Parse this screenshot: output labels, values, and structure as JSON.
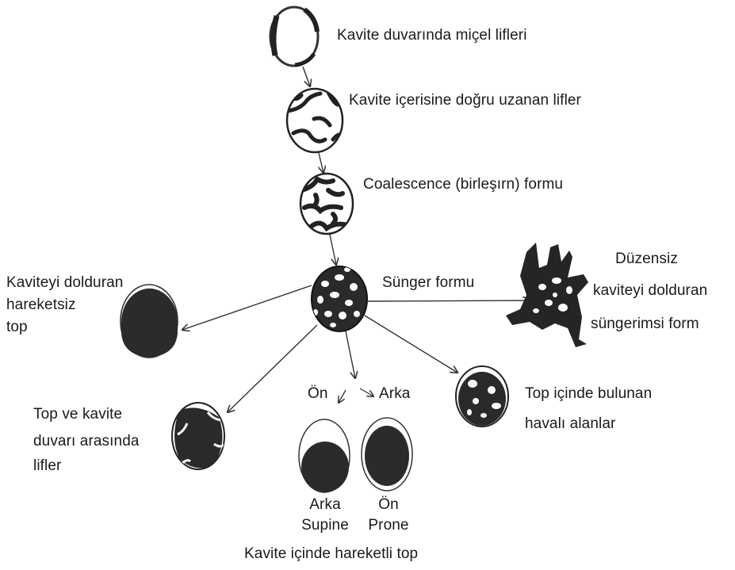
{
  "stages": {
    "s1": "Kavite duvarında miçel lifleri",
    "s2": "Kavite içerisine doğru uzanan lifler",
    "s3": "Coalescence (birleşırn) formu",
    "s4": "Sünger formu"
  },
  "branches": {
    "left_top": [
      "Kaviteyi dolduran",
      "hareketsiz",
      "top"
    ],
    "right_irregular": [
      "Düzensiz",
      "kaviteyi dolduran",
      "süngerimsi form"
    ],
    "left_bottom": [
      "Top ve kavite",
      "duvarı arasında",
      "lifler"
    ],
    "right_bottom": [
      "Top içinde bulunan",
      "havalı alanlar"
    ],
    "front_label": "Ön",
    "back_label": "Arka",
    "supine": [
      "Arka",
      "Supine"
    ],
    "prone": [
      "Ön",
      "Prone"
    ],
    "caption": "Kavite içinde hareketli top"
  }
}
